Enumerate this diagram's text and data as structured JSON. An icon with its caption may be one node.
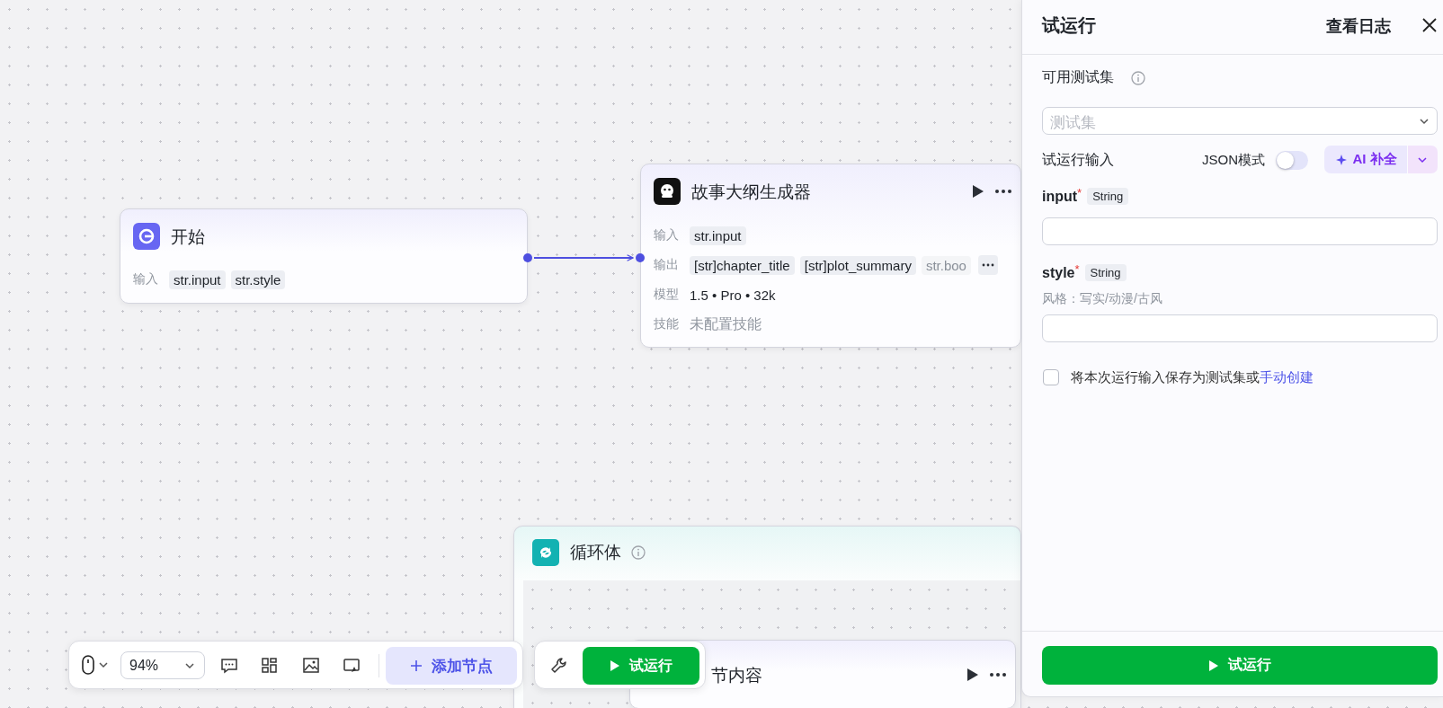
{
  "diagram": {
    "nodes": [
      {
        "text": [
          "开始",
          "输入",
          "str.input",
          "str.style"
        ]
      },
      {
        "text": [
          "故事大纲生成器",
          "输入",
          "str.input",
          "输出",
          "[str]chapter_title",
          "[str]plot_summary",
          "str.boo",
          "模型",
          "1.5 • Pro • 32k",
          "技能",
          "未配置技能"
        ]
      },
      {
        "text": [
          "循环体"
        ]
      },
      {
        "text": [
          "节内容"
        ],
        "in": 2
      }
    ],
    "edges": [
      {
        "from": 0,
        "to": 1,
        "arrow": "to"
      }
    ],
    "labels": [
      "试运行",
      "查看日志",
      "可用测试集",
      "测试集",
      "试运行输入",
      "JSON模式",
      "AI 补全",
      "input",
      "*",
      "String",
      "style",
      "*",
      "String",
      "风格：写实/动漫/古风",
      "将本次运行输入保存为测试集或",
      "手动创建",
      "94%",
      "添加节点",
      "试运行",
      "试运行"
    ]
  }
}
